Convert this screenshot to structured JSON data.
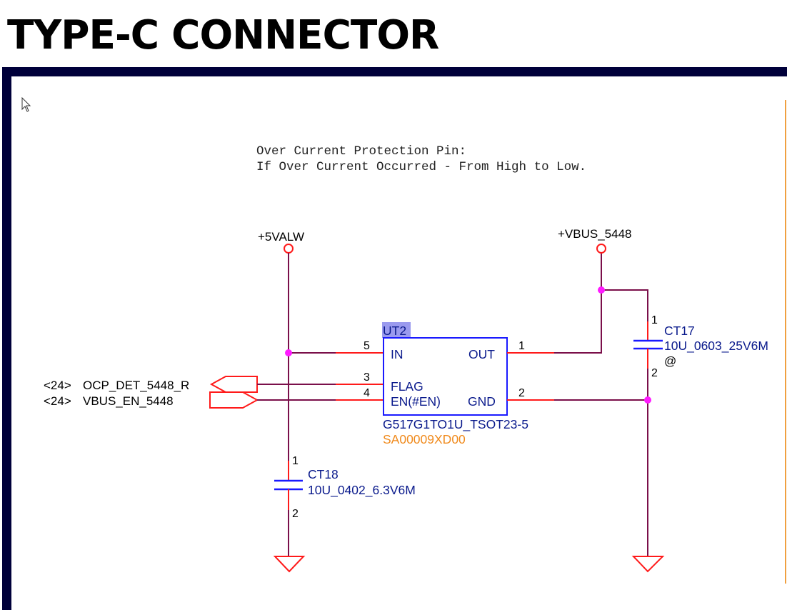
{
  "page": {
    "title": "TYPE-C CONNECTOR"
  },
  "note": {
    "line1": "Over Current Protection Pin:",
    "line2": "If Over Current Occurred - From High to Low."
  },
  "power_rails": [
    {
      "name": "+5VALW"
    },
    {
      "name": "+VBUS_5448"
    }
  ],
  "ic": {
    "refdes": "UT2",
    "part": "G517G1TO1U_TSOT23-5",
    "part_number": "SA00009XD00",
    "pins": [
      {
        "num": "5",
        "name": "IN"
      },
      {
        "num": "3",
        "name": "FLAG"
      },
      {
        "num": "4",
        "name": "EN(#EN)"
      },
      {
        "num": "1",
        "name": "OUT"
      },
      {
        "num": "2",
        "name": "GND"
      }
    ]
  },
  "offpage": [
    {
      "page_ref": "<24>",
      "net": "OCP_DET_5448_R",
      "direction": "output"
    },
    {
      "page_ref": "<24>",
      "net": "VBUS_EN_5448",
      "direction": "input"
    }
  ],
  "capacitors": [
    {
      "refdes": "CT17",
      "value": "10U_0603_25V6M",
      "extra": "@",
      "pin1": "1",
      "pin2": "2"
    },
    {
      "refdes": "CT18",
      "value": "10U_0402_6.3V6M",
      "pin1": "1",
      "pin2": "2"
    }
  ],
  "colors": {
    "frame": "#00003a",
    "wire": "#7a0f4a",
    "pin": "#ff1a1a",
    "component": "#1a1aff",
    "text_blue": "#0a1a8c",
    "part_number": "#f08a1c",
    "junction": "#ff1aff",
    "refdes_highlight": "#9a9aee",
    "border_right": "#f0a040"
  }
}
